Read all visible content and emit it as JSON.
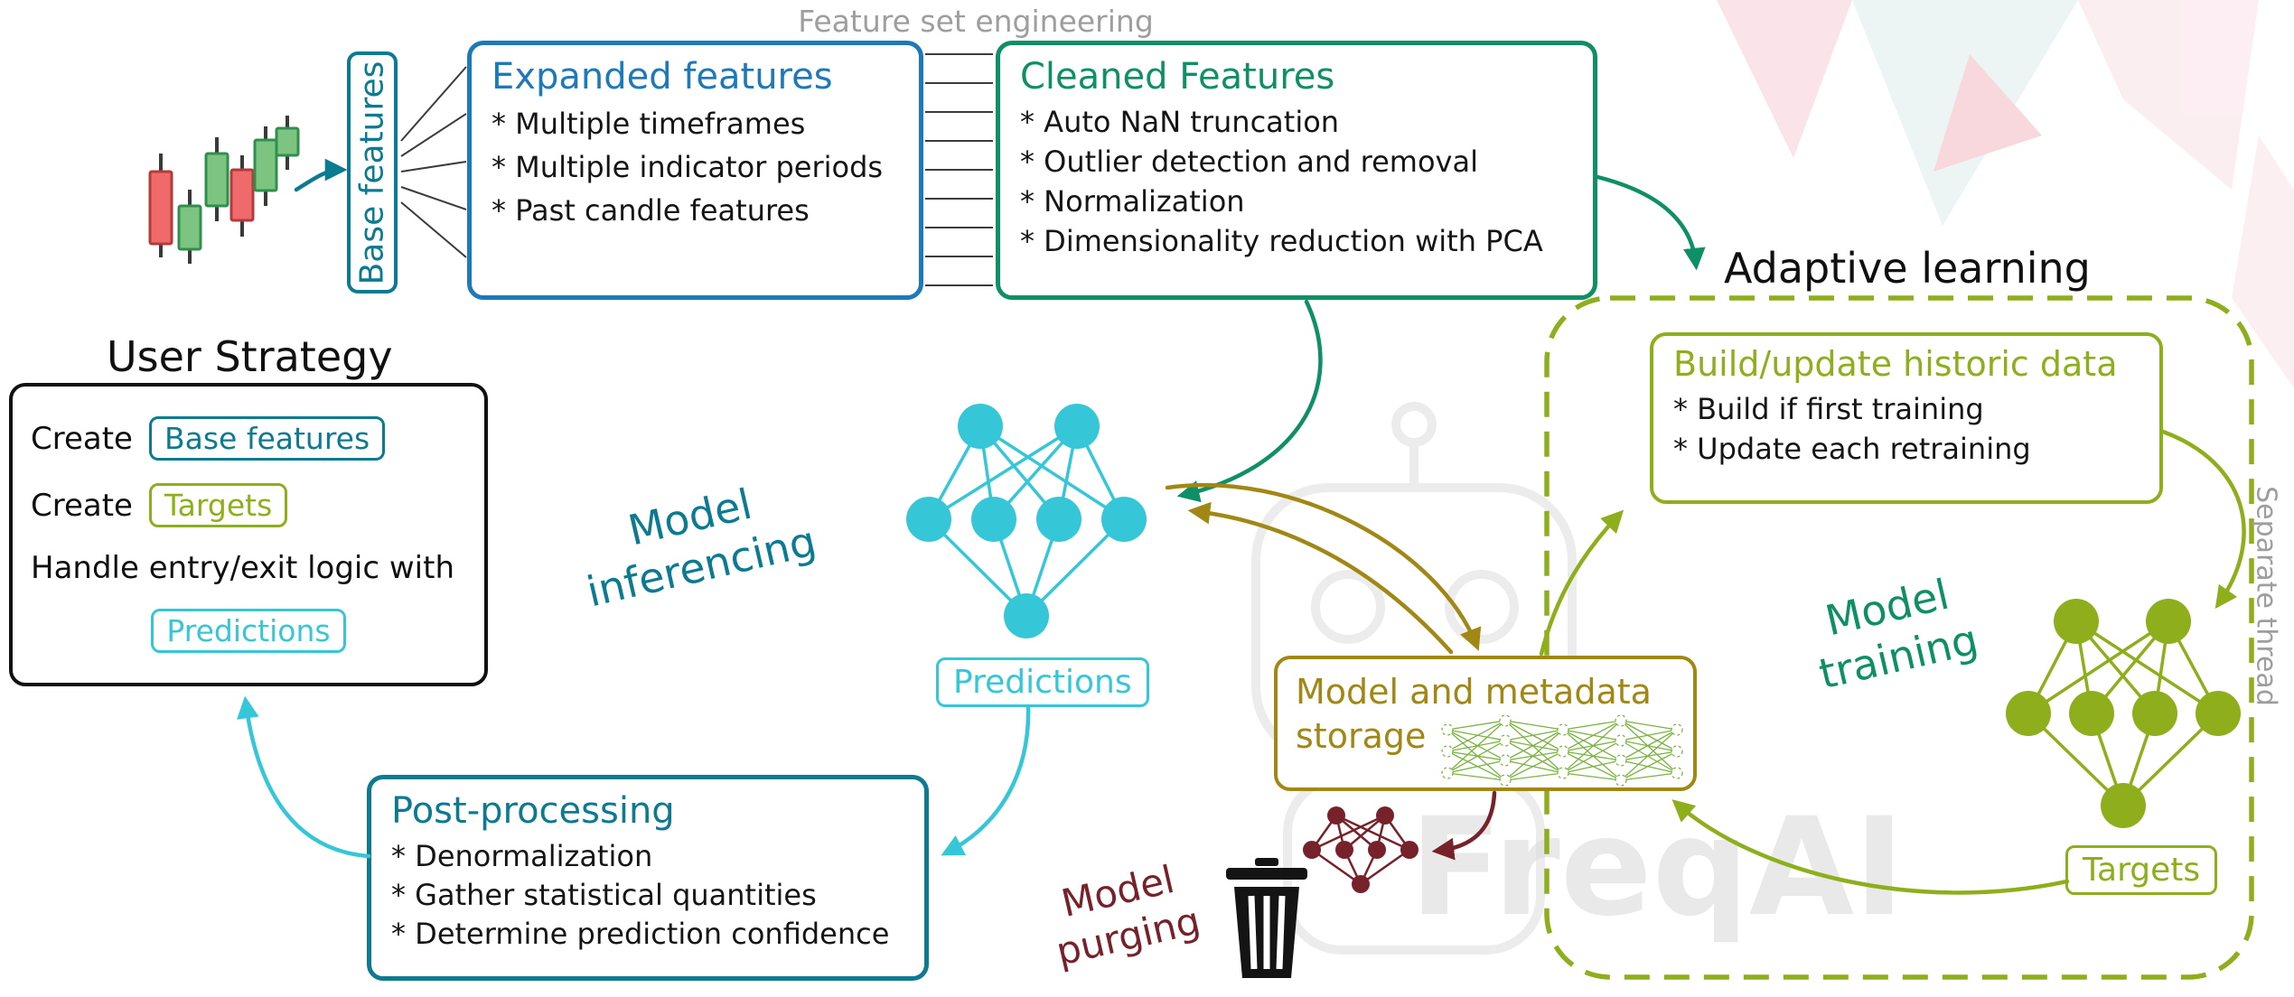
{
  "colors": {
    "blue": "#1e79b8",
    "teal": "#0c7a91",
    "green": "#0f8f66",
    "cyan": "#35c7d8",
    "olive": "#8fae1b",
    "gold": "#a18713",
    "dark_red": "#77222b",
    "gray": "#9e9e9e"
  },
  "top": {
    "feature_set_engineering": "Feature set engineering"
  },
  "base_features": {
    "label": "Base features"
  },
  "expanded": {
    "title": "Expanded features",
    "items": [
      "* Multiple timeframes",
      "* Multiple indicator periods",
      "* Past candle features"
    ]
  },
  "cleaned": {
    "title": "Cleaned Features",
    "items": [
      "* Auto NaN truncation",
      "* Outlier detection and removal",
      "* Normalization",
      "* Dimensionality reduction with PCA"
    ]
  },
  "adaptive": {
    "heading": "Adaptive learning",
    "separate_thread": "Separate thread",
    "build_update": {
      "title": "Build/update historic data",
      "items": [
        "* Build if first training",
        "* Update each retraining"
      ]
    },
    "model_training": {
      "line1": "Model",
      "line2": "training"
    },
    "targets_label": "Targets"
  },
  "user_strategy": {
    "heading": "User Strategy",
    "create_label_1": "Create",
    "base_features_chip": "Base features",
    "create_label_2": "Create",
    "targets_chip": "Targets",
    "handle_text": "Handle entry/exit logic with",
    "predictions_chip": "Predictions"
  },
  "model_inferencing": {
    "line1": "Model",
    "line2": "inferencing"
  },
  "predictions_label": "Predictions",
  "storage": {
    "title_line1": "Model and metadata",
    "title_line2": "storage"
  },
  "post_processing": {
    "title": "Post-processing",
    "items": [
      "* Denormalization",
      "* Gather statistical quantities",
      "* Determine prediction confidence"
    ]
  },
  "model_purging": {
    "line1": "Model",
    "line2": "purging"
  },
  "watermark": "FreqAI"
}
